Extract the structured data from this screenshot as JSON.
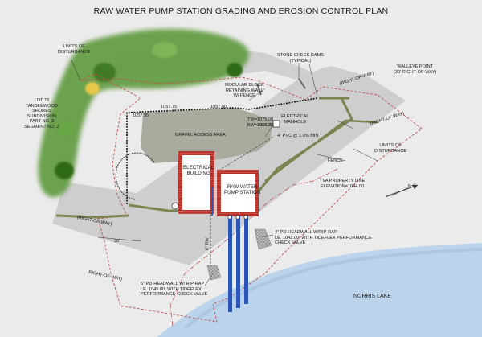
{
  "title": "RAW WATER PUMP STATION GRADING AND EROSION CONTROL PLAN",
  "labels": {
    "limits_disturbance_top": "LIMITS OF\nDISTURBANCE",
    "lot": "LOT 73\nTANGLEWOOD\nSHORES\nSUBDIVISION\nPART NO. 3\nSEGMENT NO. 2",
    "stone_check_dams": "STONE CHECK DAMS\n(TYPICAL)",
    "walleye_point": "WALLEYE POINT\n(30' RIGHT-OF-WAY)",
    "row_top": "(RIGHT-OF-WAY)",
    "row_right": "(RIGHT-OF-WAY)",
    "row_left": "(RIGHT-OF-WAY)",
    "row_bottom": "(RIGHT-OF-WAY)",
    "modular_block": "MODULAR BLOCK\nRETAINING WALL\nW/ FENCE",
    "elev_1057_75": "1057.75",
    "elev_1057_00": "1057.00",
    "elev_1057_95": "1057.95",
    "tw_bw": "TW=1075.00\nBW=1056.60",
    "gravel_access": "GRAVEL ACCESS AREA",
    "elev_1056_25": "1056.25",
    "electrical_manhole": "ELECTRICAL\nMANHOLE",
    "pvc": "4\" PVC @ 1.0% MIN",
    "limits_disturbance_right": "LIMITS OF\nDISTURBANCE",
    "fence": "FENCE",
    "electrical_building": "ELECTRICAL\nBUILDING",
    "raw_water_pump_station": "RAW WATER\nPUMP STATION",
    "tva_line": "TVA PROPERTY LINE\nELEVATION=1044.00",
    "thirty_ft": "30'",
    "rw_label": "6\" RW",
    "headwall_4": "4\" PD-HEADWALL W/RIP-RAP\nI.E. 1042.00; WITH TIDEFLEX PERFORMANCE\nCHECK VALVE",
    "headwall_6": "6\" PD-HEADWALL W/ RIP-RAP\nI.E. 1045.00; WITH TIDEFLEX\nPERFORMANCE CHECK VALVE",
    "norris_lake": "NORRIS LAKE",
    "north": "N"
  },
  "colors": {
    "lake": "#bcd3ec",
    "road": "#c9c9c9",
    "gravel": "#a9ab9f",
    "building_border": "#b1312a",
    "pipe": "#2b55b8",
    "tree": "#4f8f2e",
    "wall": "#7c8451"
  }
}
